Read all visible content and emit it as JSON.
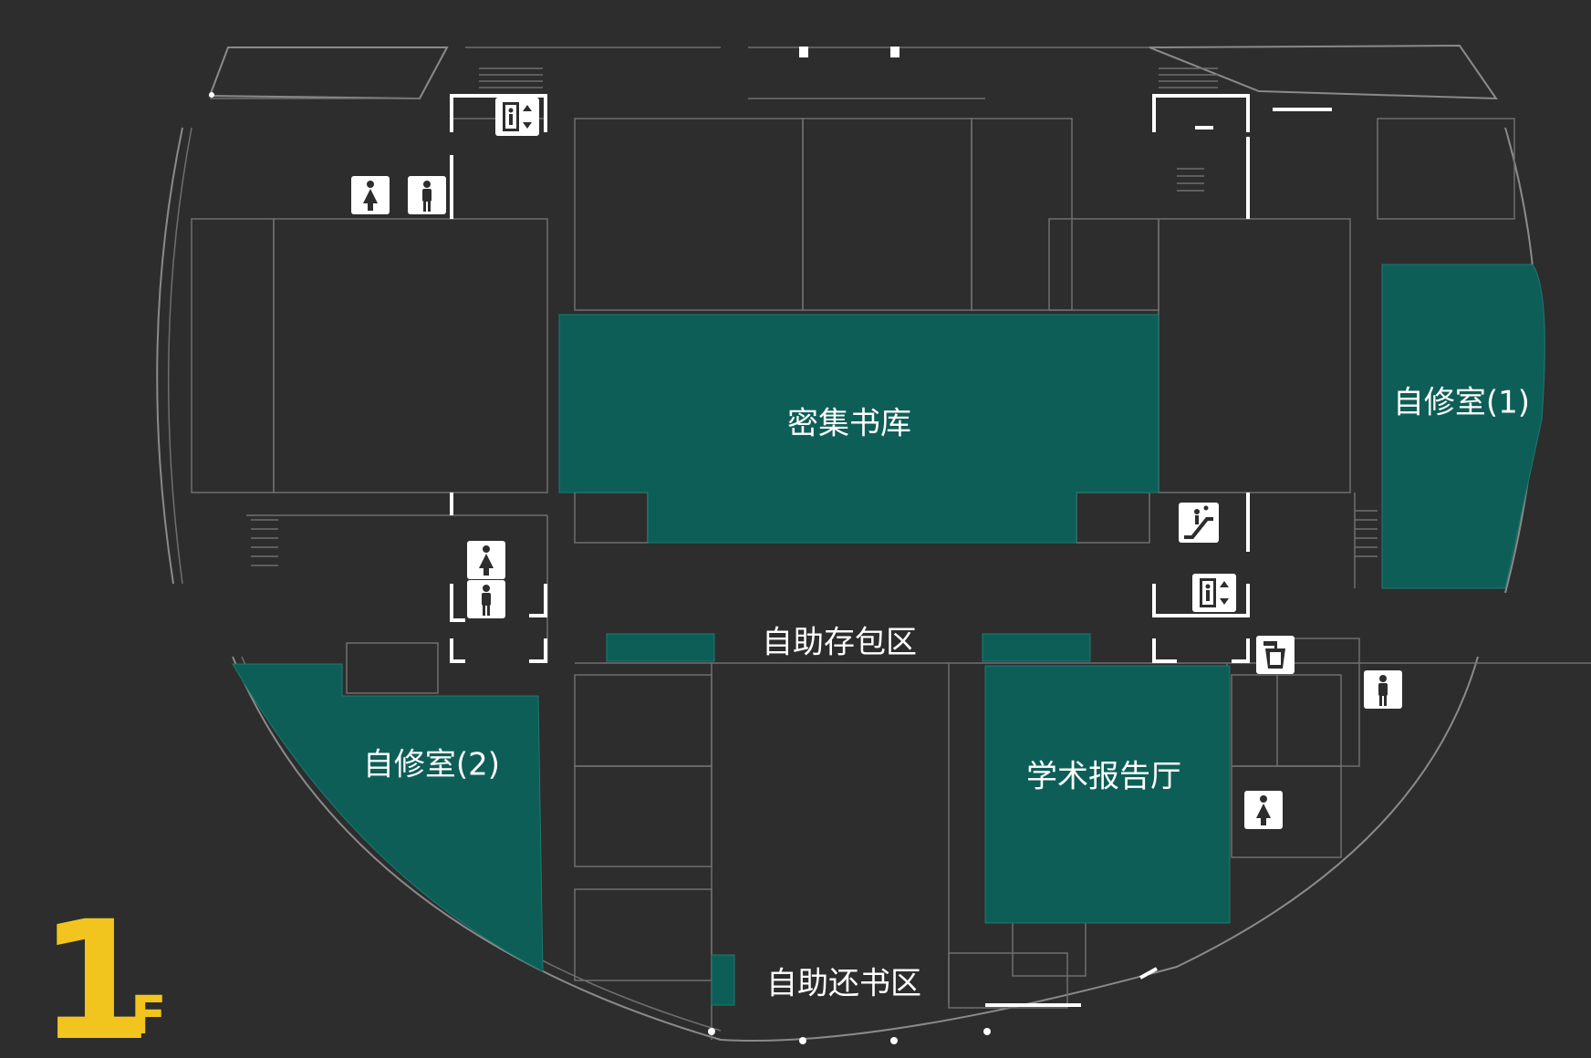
{
  "floor": {
    "number": "1",
    "suffix": "F"
  },
  "rooms": {
    "compact_stacks": "密集书库",
    "study_room_1": "自修室(1)",
    "study_room_2": "自修室(2)",
    "lecture_hall": "学术报告厅",
    "bag_storage": "自助存包区",
    "book_return": "自助还书区"
  },
  "colors": {
    "background": "#2d2d2d",
    "highlight_zone": "#0e5e58",
    "floor_label": "#f2c51e",
    "walls": "#8a8a8a",
    "icons": "#ffffff"
  },
  "icons": [
    "female-restroom-icon",
    "male-restroom-icon",
    "elevator-icon",
    "escalator-icon",
    "water-dispenser-icon"
  ]
}
